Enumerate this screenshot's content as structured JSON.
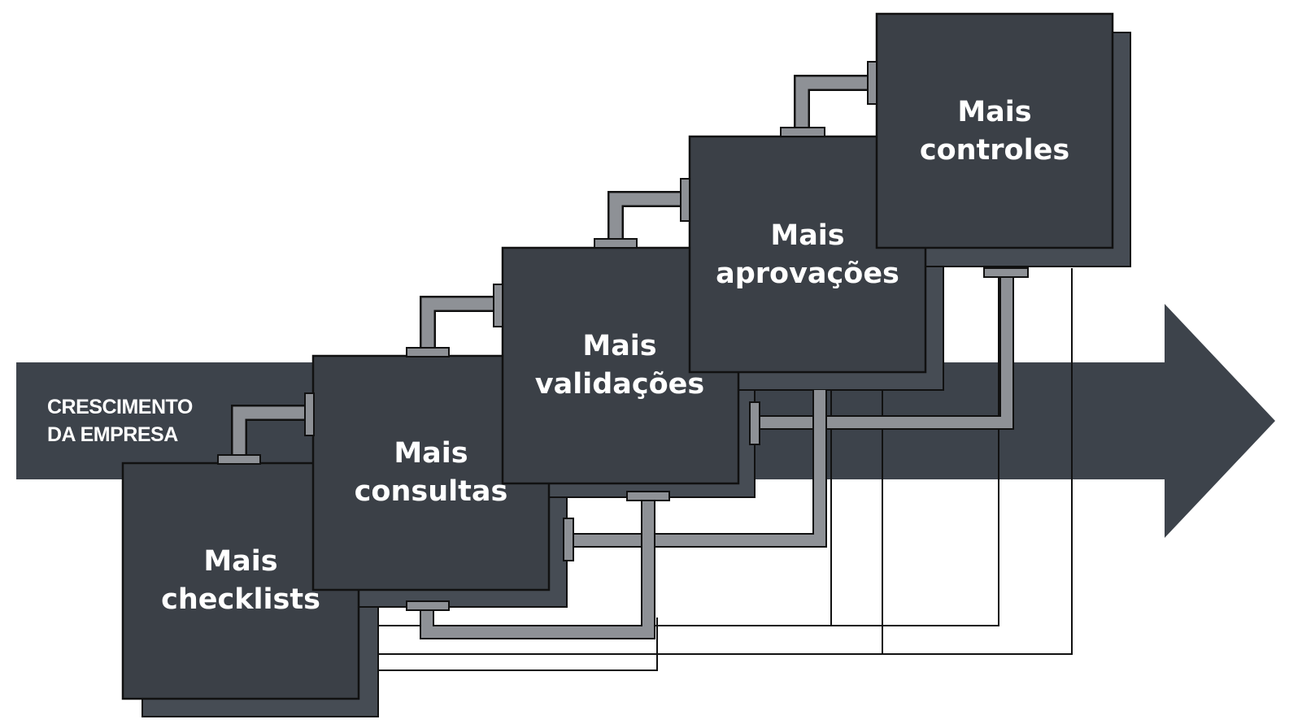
{
  "arrow": {
    "label_line1": "CRESCIMENTO",
    "label_line2": "DA EMPRESA"
  },
  "boxes": [
    {
      "id": "checklists",
      "line1": "Mais",
      "line2": "checklists"
    },
    {
      "id": "consultas",
      "line1": "Mais",
      "line2": "consultas"
    },
    {
      "id": "validacoes",
      "line1": "Mais",
      "line2": "validações"
    },
    {
      "id": "aprovacoes",
      "line1": "Mais",
      "line2": "aprovações"
    },
    {
      "id": "controles",
      "line1": "Mais",
      "line2": "controles"
    }
  ],
  "colors": {
    "arrow": "#3d434b",
    "box": "#3b4047",
    "box_shadow": "#464c54",
    "pipe": "#8e9196",
    "pipe_dark": "#6c6f74",
    "line": "#111111"
  }
}
